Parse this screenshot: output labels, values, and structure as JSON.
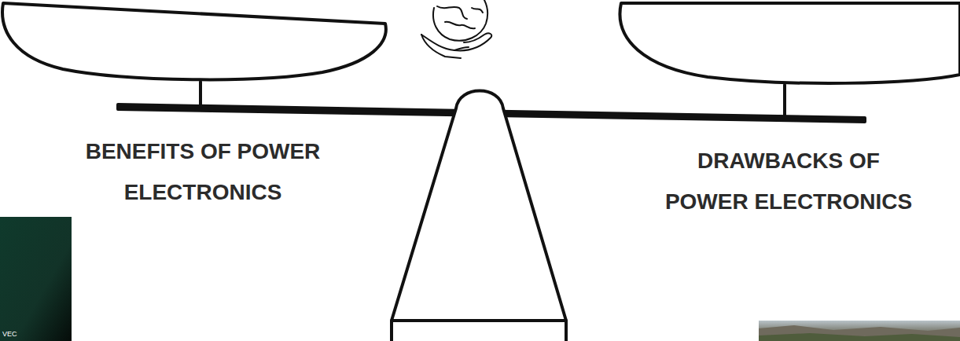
{
  "diagram": {
    "labels": [
      "BENEFITS OF POWER ELECTRONICS",
      "DRAWBACKS OF POWER ELECTRONICS",
      "VEC"
    ]
  }
}
